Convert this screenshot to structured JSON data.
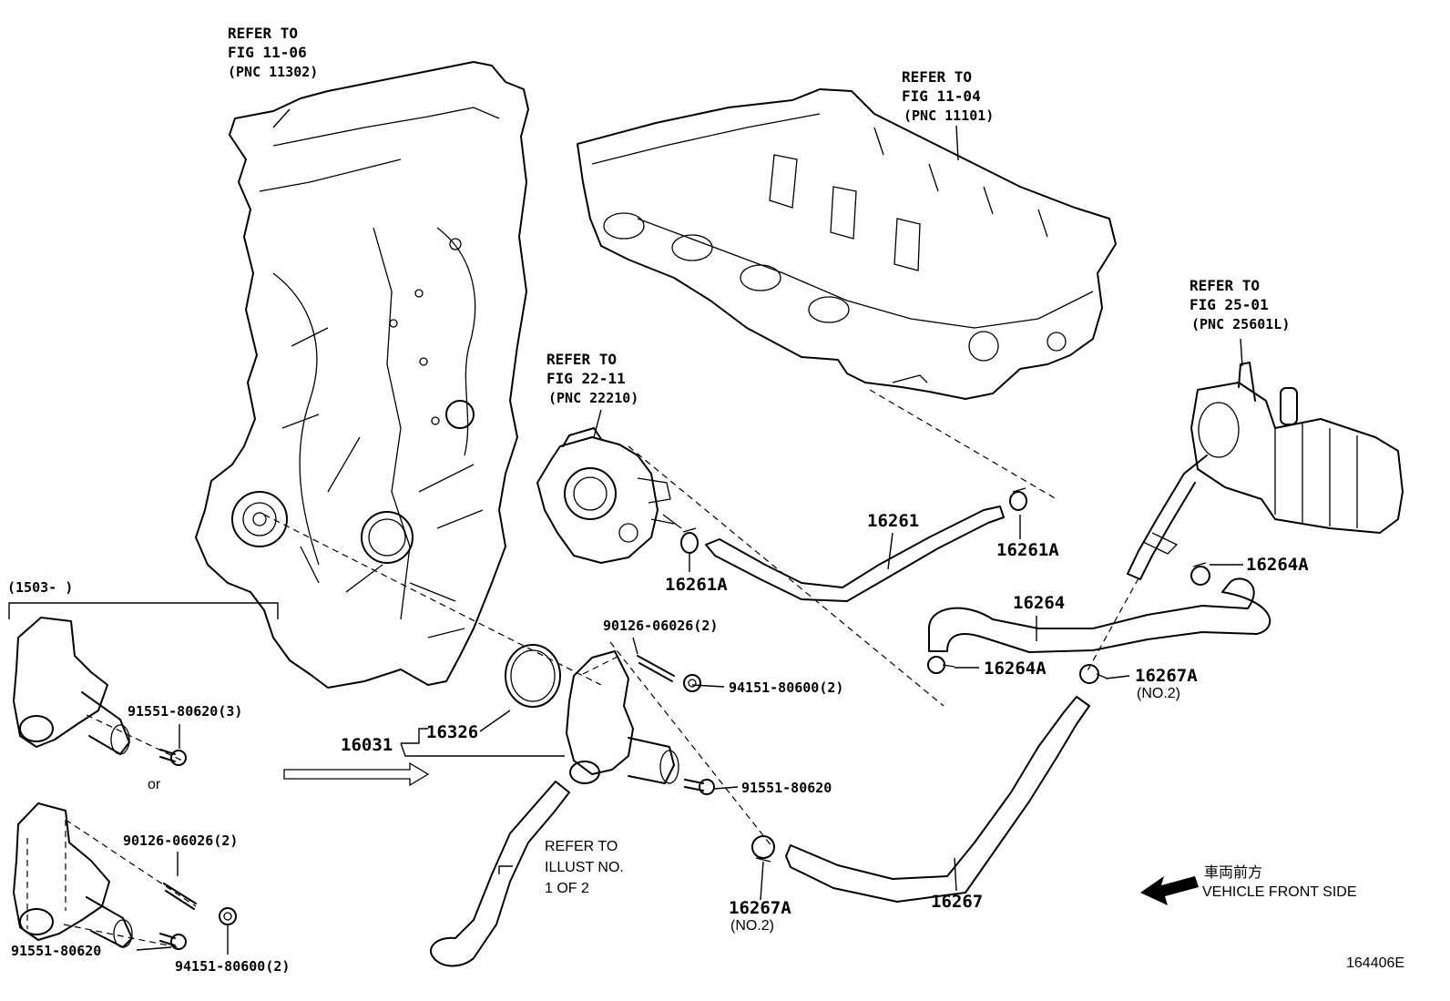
{
  "refs": {
    "timing_cover": {
      "l1": "REFER TO",
      "l2": "FIG 11-06",
      "l3": "(PNC 11302)"
    },
    "cylinder_head": {
      "l1": "REFER TO",
      "l2": "FIG 11-04",
      "l3": "(PNC 11101)"
    },
    "throttle_body": {
      "l1": "REFER TO",
      "l2": "FIG 22-11",
      "l3": "(PNC 22210)"
    },
    "egr_cooler": {
      "l1": "REFER TO",
      "l2": "FIG 25-01",
      "l3": "(PNC 25601L)"
    },
    "illust": {
      "l1": "REFER TO",
      "l2": "ILLUST NO.",
      "l3": "1 OF 2"
    }
  },
  "date_range": "(1503-     )",
  "or_text": "or",
  "parts": {
    "p16261": "16261",
    "p16261A_right": "16261A",
    "p16261A_left": "16261A",
    "p16264": "16264",
    "p16264A_right": "16264A",
    "p16264A_left": "16264A",
    "p16267A_right": "16267A",
    "p16267A_right_sub": "(NO.2)",
    "p16267A_bottom": "16267A",
    "p16267A_bottom_sub": "(NO.2)",
    "p16267": "16267",
    "p16326": "16326",
    "p16031": "16031",
    "stud_center": "90126-06026(2)",
    "nut_center": "94151-80600(2)",
    "bolt_center": "91551-80620",
    "bolt_upper_left": "91551-80620(3)",
    "stud_lower_left": "90126-06026(2)",
    "bolt_lower_left": "91551-80620",
    "nut_lower_left": "94151-80600(2)"
  },
  "front": {
    "japanese": "車両前方",
    "english": "VEHICLE FRONT SIDE"
  },
  "illustration_id": "164406E"
}
